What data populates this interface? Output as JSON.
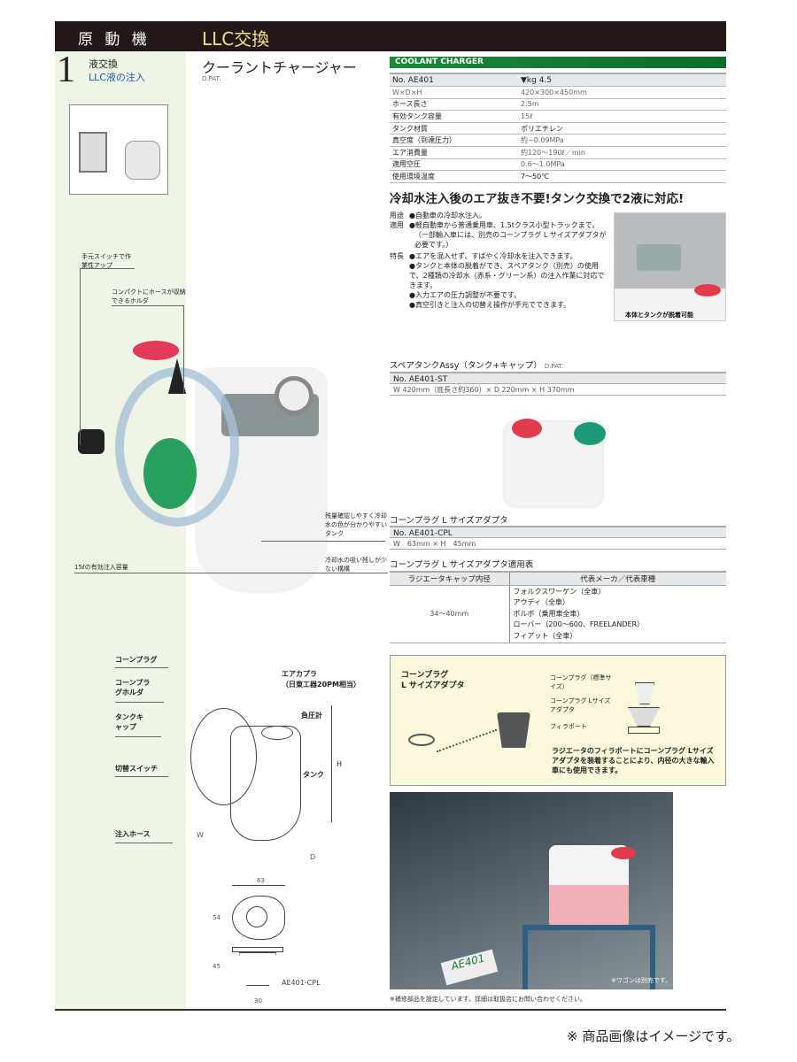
{
  "header": {
    "category": "原 動 機",
    "section": "LLC交換"
  },
  "side": {
    "number": "1",
    "title": "液交換",
    "subtitle": "LLC液の注入"
  },
  "product": {
    "title": "クーラントチャージャー",
    "pat": "D.PAT."
  },
  "spec": {
    "banner": "COOLANT CHARGER",
    "rows": [
      [
        "No. AE401",
        "▼kg 4.5"
      ],
      [
        "W×D×H",
        "420×300×450mm"
      ],
      [
        "ホース長さ",
        "2.5m"
      ],
      [
        "有効タンク容量",
        "15ℓ"
      ],
      [
        "タンク材質",
        "ポリエチレン"
      ],
      [
        "真空度（到達圧力）",
        "約−0.09MPa"
      ],
      [
        "エア消費量",
        "約120〜190ℓ／min"
      ],
      [
        "適用空圧",
        "0.6〜1.0MPa"
      ],
      [
        "使用環境温度",
        "7〜50℃"
      ]
    ]
  },
  "headline": "冷却水注入後のエア抜き不要!タンク交換で2液に対応!",
  "usage": {
    "label1": "用途",
    "text1": "●自動車の冷却水注入。",
    "label2": "適用",
    "text2": "●軽自動車から普通乗用車、1.5tクラス小型トラックまで。",
    "text2b": "（一部輸入車には、別売のコーンプラグ L サイズアダプタが必要です。）",
    "label3": "特長",
    "features": [
      "●エアを混入せず、すばやく冷却水を注入できます。",
      "●タンクと本体の脱着ができ、スペアタンク（別売）の使用で、2種類の冷却水（赤系・グリーン系）の注入作業に対応できます。",
      "●入力エアの圧力調整が不要です。",
      "●真空引きと注入の切替え操作が手元でできます。"
    ],
    "photo_caption": "本体とタンクが脱着可能"
  },
  "callouts": {
    "switch": "手元スイッチで作業性アップ",
    "holder": "コンパクトにホースが収納できるホルダ",
    "tank": "残量確認しやすく冷却水の色が分かりやすいタンク",
    "drain": "冷却水の吸い残しが少ない構構",
    "capacity": "15ℓの有効注入容量"
  },
  "spare": {
    "title": "スペアタンクAssy（タンク+キャップ）",
    "pat": "D.PAT.",
    "no": "No. AE401-ST",
    "size": "W 420mm（底長さ約360）× D 220mm × H 370mm"
  },
  "adapter": {
    "title": "コーンプラグ L サイズアダプタ",
    "no": "No. AE401-CPL",
    "size": "W　63mm × H　45mm"
  },
  "apptable": {
    "title": "コーンプラグ L サイズアダプタ適用表",
    "headers": [
      "ラジエータキャップ内径",
      "代表メーカ／代表車種"
    ],
    "size": "34〜40mm",
    "cars": [
      "フォルクスワーゲン（全車）",
      "アウディ（全車）",
      "ボルボ（乗用車全車）",
      "ローバー（200〜600、FREELANDER）",
      "フィアット（全車）"
    ]
  },
  "infobox": {
    "title1": "コーンプラグ",
    "title2": "L サイズアダプタ",
    "lbl_std": "コーンプラグ（標準サイズ）",
    "lbl_adapter": "コーンプラグ Lサイズアダプタ",
    "lbl_filler": "フィラポート",
    "desc": "ラジエータのフィラポートにコーンプラグ Lサイズアダプタを装着することにより、内径の大きな輸入車にも使用できます。"
  },
  "diagram": {
    "labels": [
      "コーンプラグ",
      "コーンプラグホルダ",
      "タンクキャップ",
      "切替スイッチ",
      "注入ホース"
    ],
    "coupler": "エアカプラ",
    "coupler_sub": "（日東工器20PM相当）",
    "gauge": "負圧計",
    "tank": "タンク",
    "h": "H",
    "w": "W",
    "d": "D",
    "dim63": "63",
    "dim54": "54",
    "dim45": "45",
    "dim30": "30",
    "part": "AE401-CPL"
  },
  "car_photo": {
    "caption": "※ワゴンは別売です。",
    "plate": "AE401"
  },
  "note": "※補修部品を設定しています。詳細は取扱店にお問い合わせください。",
  "footer": "※ 商品画像はイメージです。"
}
